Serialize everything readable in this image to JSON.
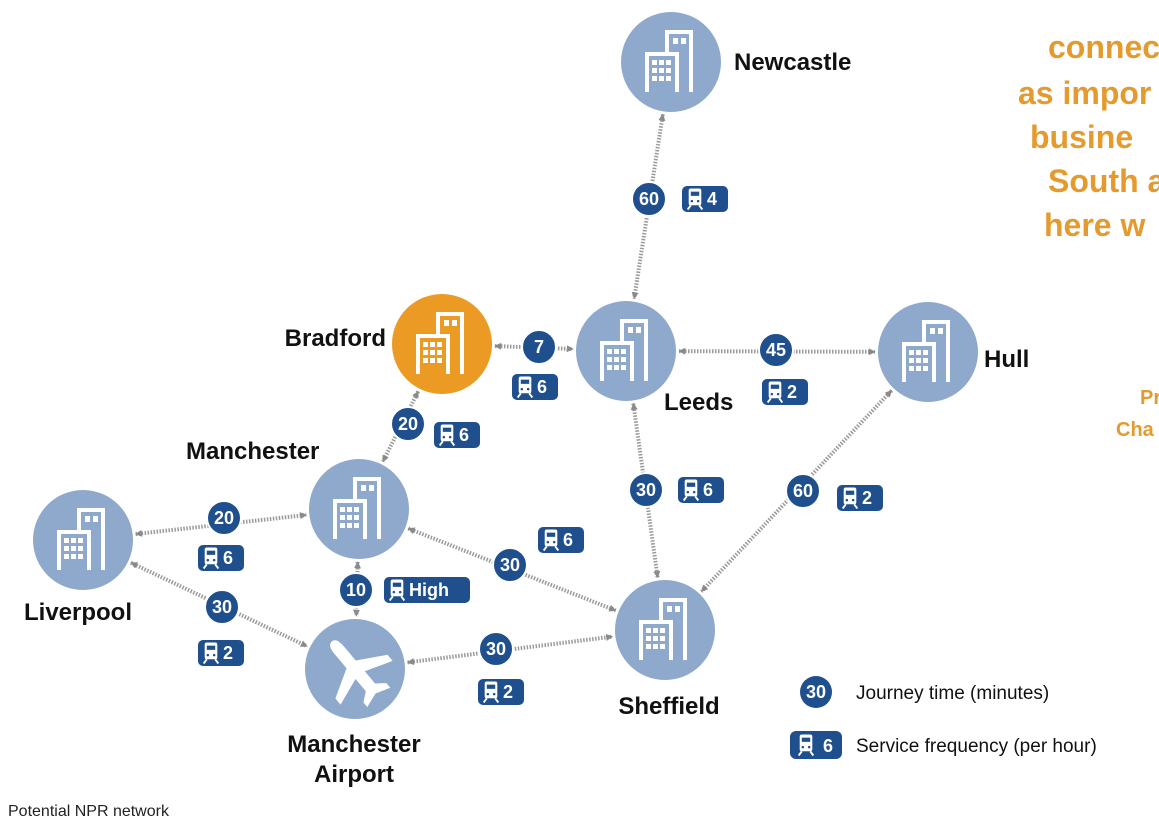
{
  "colors": {
    "city": "#8ea9cc",
    "highlight": "#eb9b24",
    "badge": "#1f4f8c",
    "link": "#9a9a9a",
    "orange_text": "#e59a2e"
  },
  "cities": [
    {
      "id": "newcastle",
      "label": "Newcastle",
      "icon": "building-icon",
      "highlight": false
    },
    {
      "id": "bradford",
      "label": "Bradford",
      "icon": "building-icon",
      "highlight": true
    },
    {
      "id": "leeds",
      "label": "Leeds",
      "icon": "building-icon",
      "highlight": false
    },
    {
      "id": "hull",
      "label": "Hull",
      "icon": "building-icon",
      "highlight": false
    },
    {
      "id": "manchester",
      "label": "Manchester",
      "icon": "building-icon",
      "highlight": false
    },
    {
      "id": "liverpool",
      "label": "Liverpool",
      "icon": "building-icon",
      "highlight": false
    },
    {
      "id": "manchester_airport",
      "label": "Manchester Airport",
      "label_lines": [
        "Manchester",
        "Airport"
      ],
      "icon": "airplane-icon",
      "highlight": false
    },
    {
      "id": "sheffield",
      "label": "Sheffield",
      "icon": "building-icon",
      "highlight": false
    }
  ],
  "links": [
    {
      "from": "newcastle",
      "to": "leeds",
      "journey_time": "60",
      "frequency": "4"
    },
    {
      "from": "bradford",
      "to": "leeds",
      "journey_time": "7",
      "frequency": "6"
    },
    {
      "from": "leeds",
      "to": "hull",
      "journey_time": "45",
      "frequency": "2"
    },
    {
      "from": "bradford",
      "to": "manchester",
      "journey_time": "20",
      "frequency": "6"
    },
    {
      "from": "leeds",
      "to": "sheffield",
      "journey_time": "30",
      "frequency": "6"
    },
    {
      "from": "hull",
      "to": "sheffield",
      "journey_time": "60",
      "frequency": "2"
    },
    {
      "from": "liverpool",
      "to": "manchester",
      "journey_time": "20",
      "frequency": "6"
    },
    {
      "from": "manchester",
      "to": "sheffield",
      "journey_time": "30",
      "frequency": "6"
    },
    {
      "from": "manchester",
      "to": "manchester_airport",
      "journey_time": "10",
      "frequency": "High"
    },
    {
      "from": "liverpool",
      "to": "manchester_airport",
      "journey_time": "30",
      "frequency": "2"
    },
    {
      "from": "manchester_airport",
      "to": "sheffield",
      "journey_time": "30",
      "frequency": "2"
    }
  ],
  "side_text": {
    "lines_top": [
      "connec",
      "as impor",
      "busine",
      "South a",
      "here w"
    ],
    "lines_mid": [
      "Pr",
      "Cha"
    ]
  },
  "legend": {
    "journey_sample": "30",
    "journey_label": "Journey time (minutes)",
    "frequency_sample": "6",
    "frequency_label": "Service frequency (per hour)"
  },
  "caption": "Potential NPR network"
}
